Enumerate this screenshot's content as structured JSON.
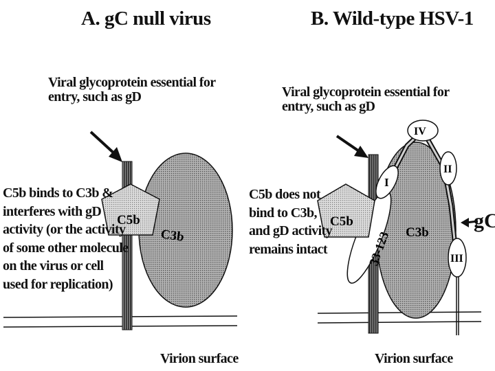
{
  "panel_a": {
    "title": "A.  gC null virus",
    "top_label": [
      "Viral glycoprotein essential for",
      "entry, such as gD"
    ],
    "side_text": [
      "C5b binds to C3b &",
      "interferes with gD",
      "activity (or the activity",
      "of some other molecule",
      "on the virus or cell",
      "used  for replication)"
    ],
    "c5b_label": "C5b",
    "c3b_label": "C3b",
    "surface_label": "Virion surface"
  },
  "panel_b": {
    "title": "B.  Wild-type HSV-1",
    "top_label": [
      "Viral glycoprotein essential for",
      "entry, such as gD"
    ],
    "side_text": [
      "C5b does not",
      "bind to C3b,",
      "and gD activity",
      "remains intact"
    ],
    "c5b_label": "C5b",
    "c3b_label": "C3b",
    "peptide_label": "33-123",
    "domains": [
      "I",
      "II",
      "III",
      "IV"
    ],
    "gc_label": "gC",
    "surface_label": "Virion surface"
  },
  "colors": {
    "c3b_fill": "#9a9a9a",
    "c5b_fill": "#c8c8c8",
    "stalk_fill": "#6e6e6e",
    "line": "#111111"
  }
}
